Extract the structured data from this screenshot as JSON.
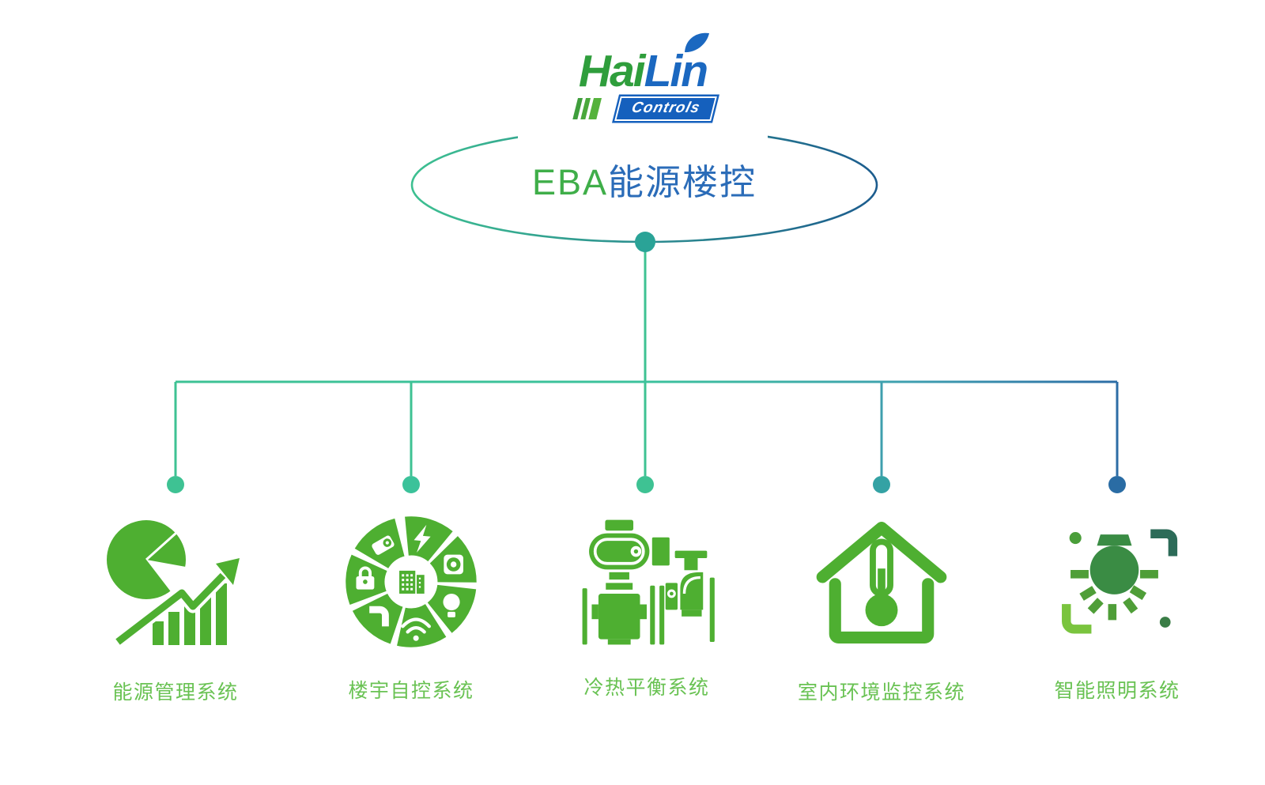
{
  "page": {
    "background": "#ffffff"
  },
  "logo": {
    "brand_left": "Hai",
    "brand_right": "Lin",
    "sub": "Controls",
    "brand_green": "#2f9e3c",
    "brand_blue": "#1b68c0",
    "chip_blue": "#1560bd",
    "stripe_greens": [
      "#3f9e3c",
      "#4aa83c",
      "#55b23c"
    ],
    "leaf_icon": "leaf-icon"
  },
  "hub": {
    "title_prefix": "EBA",
    "title_suffix": "能源楼控",
    "prefix_color": "#3fae49",
    "suffix_color": "#2b6cb8",
    "ellipse_gradient_start": "#3dc091",
    "ellipse_gradient_end": "#1c5c8e",
    "anchor_dot_color": "#2aa397"
  },
  "connectors": {
    "teal": "#3ec293",
    "mid_teal_blue": "#3e9fae",
    "blue": "#2d6da6"
  },
  "colors": {
    "icon_green": "#4eaf31",
    "label_green": "#69c253",
    "light_bulb": "#3a8c44",
    "light_ray": "#4f9e38",
    "light_bracket_dark": "#2c6b58",
    "light_bracket_light": "#7ac43e",
    "light_dot_top": "#4a9e3a",
    "light_dot_bottom": "#3a7d46"
  },
  "nodes": [
    {
      "label": "能源管理系统",
      "icon": "pie-bar-chart-icon"
    },
    {
      "label": "楼宇自控系统",
      "icon": "building-systems-wheel-icon"
    },
    {
      "label": "冷热平衡系统",
      "icon": "pump-valve-icon"
    },
    {
      "label": "室内环境监控系统",
      "icon": "house-thermometer-icon"
    },
    {
      "label": "智能照明系统",
      "icon": "smart-lighting-icon"
    }
  ]
}
